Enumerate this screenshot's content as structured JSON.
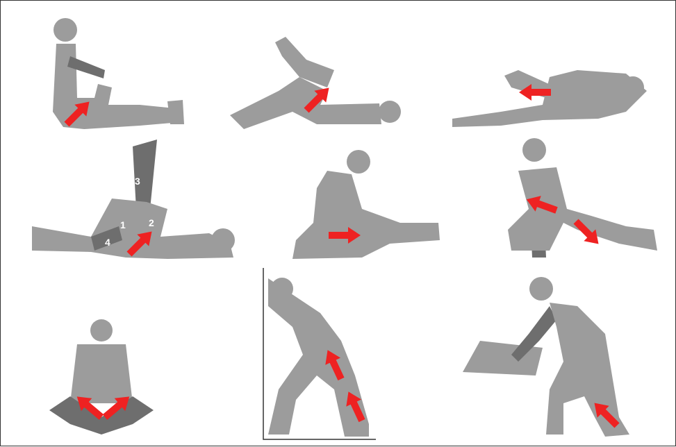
{
  "figure": {
    "colors": {
      "body": "#9c9c9c",
      "body_shadow": "#6e6e6e",
      "arrow": "#ee2222",
      "border": "#333333"
    },
    "labels": [
      "1",
      "2",
      "3",
      "4"
    ],
    "panels": [
      {
        "id": "seated-leg-stretch",
        "arrows": 1
      },
      {
        "id": "supine-knee-to-chest",
        "arrows": 1
      },
      {
        "id": "side-lying-quad-stretch",
        "arrows": 1
      },
      {
        "id": "supine-figure-four",
        "arrows": 1
      },
      {
        "id": "kneeling-hamstring-reach",
        "arrows": 1
      },
      {
        "id": "kneeling-hip-flexor-lunge",
        "arrows": 2
      },
      {
        "id": "butterfly-stretch",
        "arrows": 2
      },
      {
        "id": "wall-calf-stretch",
        "arrows": 2
      },
      {
        "id": "standing-table-calf-stretch",
        "arrows": 1
      }
    ]
  }
}
